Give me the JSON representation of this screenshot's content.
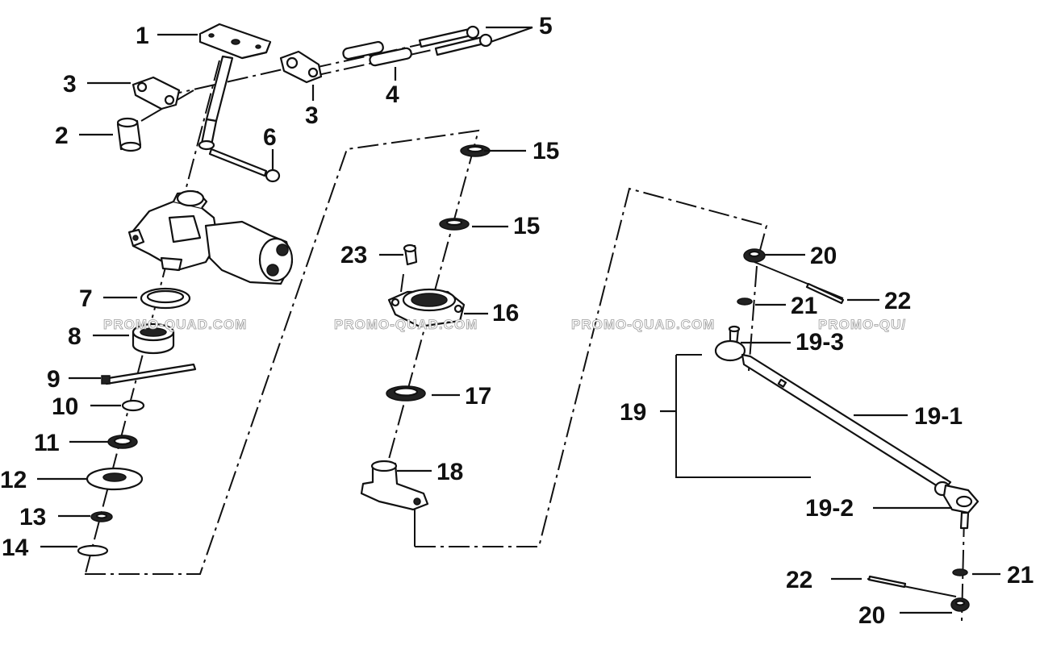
{
  "diagram": {
    "watermark": "PROMO-QUAD.COM",
    "watermark_cut": "PROMO-QU/",
    "callouts": {
      "c1": "1",
      "c2": "2",
      "c3a": "3",
      "c3b": "3",
      "c4": "4",
      "c5": "5",
      "c6": "6",
      "c7": "7",
      "c8": "8",
      "c9": "9",
      "c10": "10",
      "c11": "11",
      "c12": "12",
      "c13": "13",
      "c14": "14",
      "c15a": "15",
      "c15b": "15",
      "c16": "16",
      "c17": "17",
      "c18": "18",
      "c23": "23",
      "c20a": "20",
      "c22a": "22",
      "c21a": "21",
      "c19_3": "19-3",
      "c19": "19",
      "c19_1": "19-1",
      "c19_2": "19-2",
      "c21b": "21",
      "c22b": "22",
      "c20b": "20"
    }
  }
}
